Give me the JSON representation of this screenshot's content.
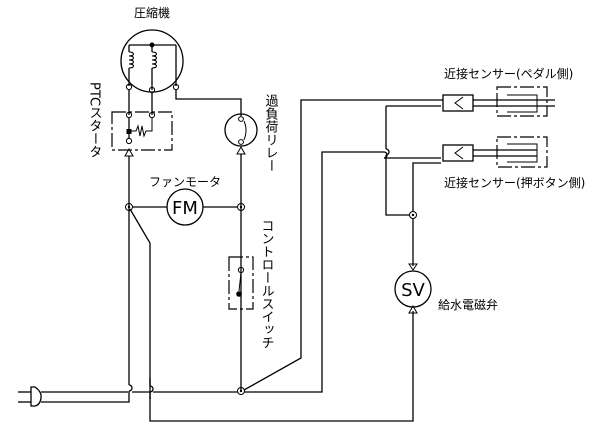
{
  "title": "Wiring diagram",
  "labels": {
    "compressor": "圧縮機",
    "ptc_starter": "PTCスタータ",
    "overload_relay": "過負荷リレー",
    "fan_motor": "ファンモータ",
    "fan_motor_symbol": "FM",
    "control_switch": "コントロールスイッチ",
    "sensor_pedal": "近接センサー(ペダル側)",
    "sensor_button": "近接センサー(押ボタン側)",
    "solenoid_valve": "給水電磁弁",
    "solenoid_valve_symbol": "SV"
  },
  "colors": {
    "line": "#000000",
    "background": "#ffffff"
  }
}
